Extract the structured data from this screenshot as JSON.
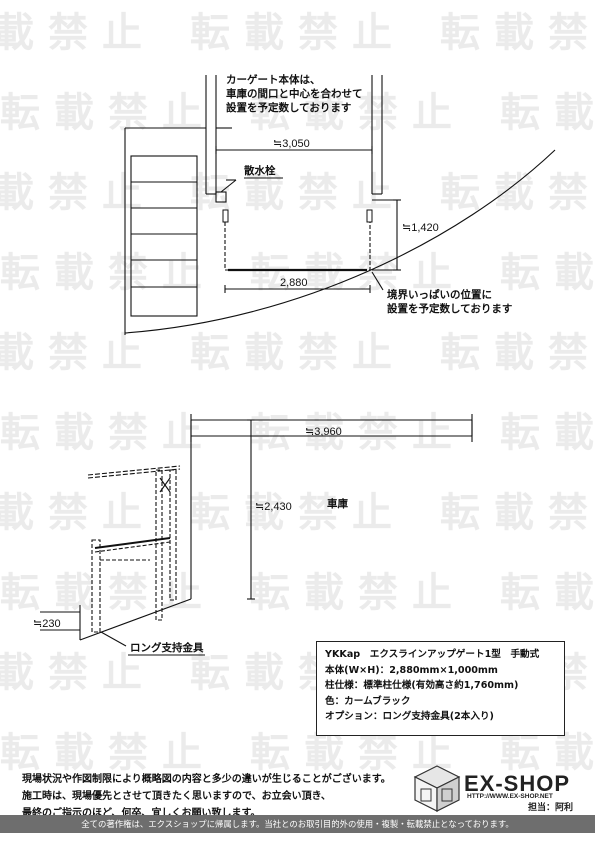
{
  "watermark": {
    "text": "転載禁止",
    "color": "#ebebeb"
  },
  "top_view": {
    "note_center": {
      "line1": "カーゲート本体は、",
      "line2": "車庫の間口と中心を合わせて",
      "line3": "設置を予定数しております"
    },
    "dim_opening": "≒3,050",
    "label_drain": "散水栓",
    "dim_depth": "≒1,420",
    "dim_width": "2,880",
    "note_boundary": {
      "line1": "境界いっぱいの位置に",
      "line2": "設置を予定数しております"
    }
  },
  "front_view": {
    "dim_width": "≒3,960",
    "dim_height": "≒2,430",
    "label_garage": "車庫",
    "dim_base": "≒230",
    "label_bracket": "ロング支持金具"
  },
  "spec": {
    "line1": "YKKap　エクスラインアップゲート1型　手動式",
    "line2": "本体(W×H)：2,880mm×1,000mm",
    "line3": "柱仕様：標準柱仕様(有効高さ約1,760mm)",
    "line4": "色：カームブラック",
    "line5": "オプション：ロング支持金具(2本入り)"
  },
  "notes": {
    "line1": "現場状況や作図制限により概略図の内容と多少の違いが生じることがございます。",
    "line2": "施工時は、現場優先とさせて頂きたく思いますので、お立会い頂き、",
    "line3": "最終のご指示のほど、何卒、宜しくお願い致します。"
  },
  "logo": {
    "name": "EX-SHOP",
    "url": "HTTP://WWW.EX-SHOP.NET",
    "staff": "担当：阿利"
  },
  "footer": "全ての著作権は、エクスショップに帰属します。当社とのお取引目的外の使用・複製・転載禁止となっております。"
}
